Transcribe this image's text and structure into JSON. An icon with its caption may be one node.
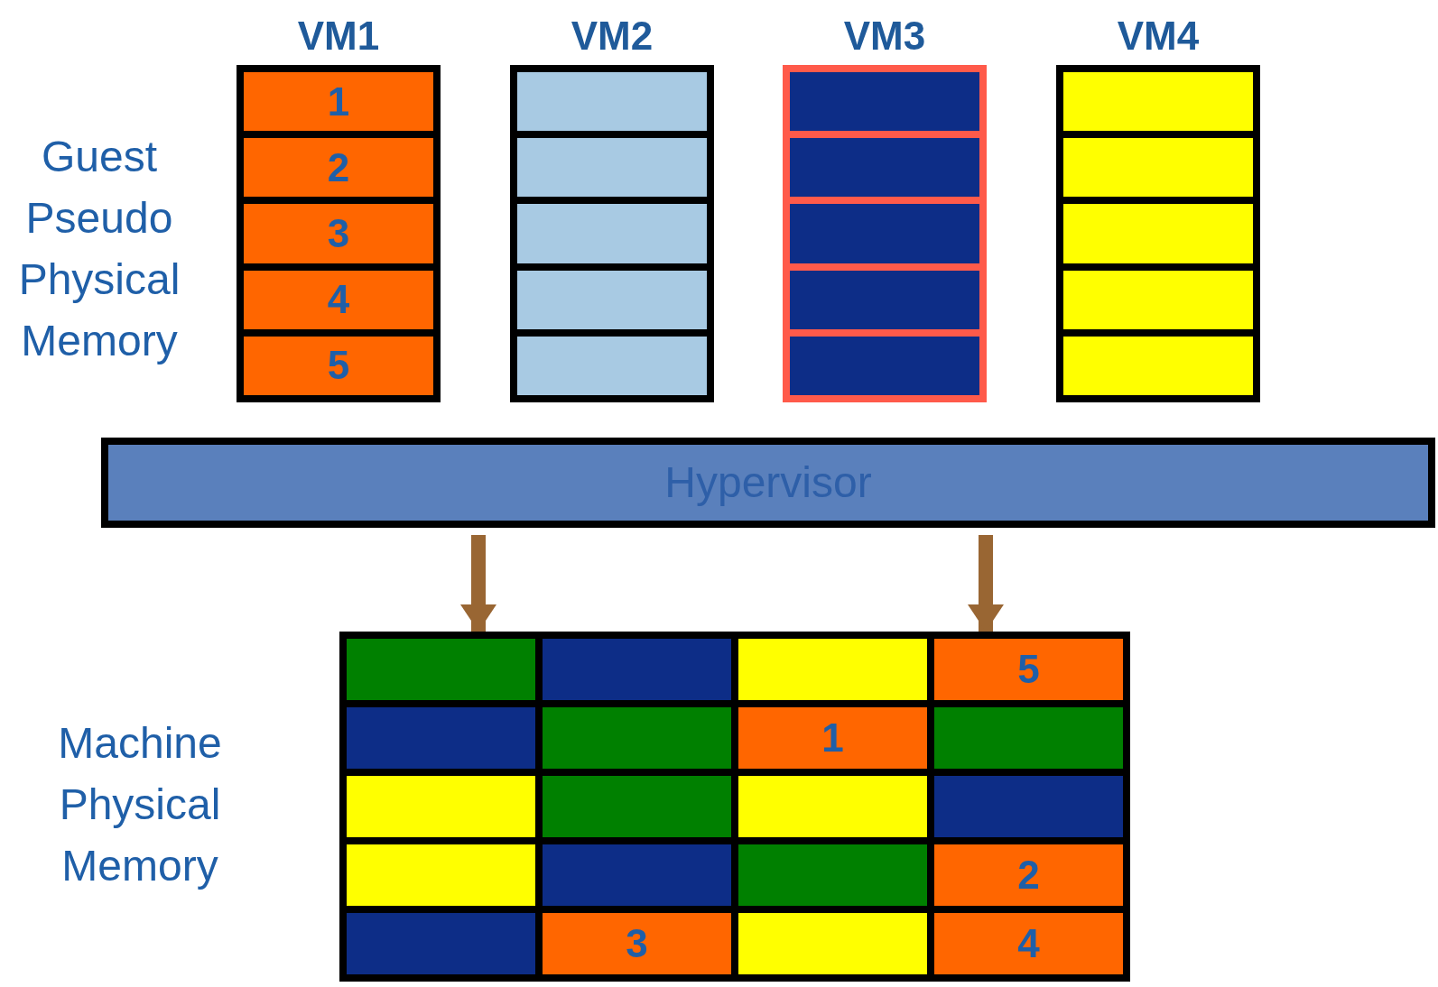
{
  "diagram": {
    "nodes": [
      {
        "text": [
          "VM1"
        ]
      },
      {
        "text": [
          "1"
        ],
        "in": 0
      },
      {
        "text": [
          "2"
        ],
        "in": 0
      },
      {
        "text": [
          "3"
        ],
        "in": 0
      },
      {
        "text": [
          "4"
        ],
        "in": 0
      },
      {
        "text": [
          "5"
        ],
        "in": 0
      },
      {
        "text": [
          "VM2"
        ]
      },
      {
        "text": [],
        "shape": "box",
        "in": 6
      },
      {
        "text": [],
        "shape": "box",
        "in": 6
      },
      {
        "text": [],
        "shape": "box",
        "in": 6
      },
      {
        "text": [],
        "shape": "box",
        "in": 6
      },
      {
        "text": [],
        "shape": "box",
        "in": 6
      },
      {
        "text": [
          "VM3"
        ]
      },
      {
        "text": [],
        "shape": "box",
        "in": 12
      },
      {
        "text": [],
        "shape": "box",
        "in": 12
      },
      {
        "text": [],
        "shape": "box",
        "in": 12
      },
      {
        "text": [],
        "shape": "box",
        "in": 12
      },
      {
        "text": [],
        "shape": "box",
        "in": 12
      },
      {
        "text": [
          "VM4"
        ]
      },
      {
        "text": [],
        "shape": "box",
        "in": 18
      },
      {
        "text": [],
        "shape": "box",
        "in": 18
      },
      {
        "text": [],
        "shape": "box",
        "in": 18
      },
      {
        "text": [],
        "shape": "box",
        "in": 18
      },
      {
        "text": [],
        "shape": "box",
        "in": 18
      },
      {
        "text": [
          "Hypervisor"
        ]
      },
      {
        "text": [],
        "shape": "box"
      },
      {
        "text": [],
        "shape": "box",
        "in": 25
      },
      {
        "text": [],
        "shape": "box",
        "in": 25
      },
      {
        "text": [],
        "shape": "box",
        "in": 25
      },
      {
        "text": [
          "5"
        ],
        "in": 25
      },
      {
        "text": [],
        "shape": "box",
        "in": 25
      },
      {
        "text": [],
        "shape": "box",
        "in": 25
      },
      {
        "text": [
          "1"
        ],
        "in": 25
      },
      {
        "text": [],
        "shape": "box",
        "in": 25
      },
      {
        "text": [],
        "shape": "box",
        "in": 25
      },
      {
        "text": [],
        "shape": "box",
        "in": 25
      },
      {
        "text": [],
        "shape": "box",
        "in": 25
      },
      {
        "text": [],
        "shape": "box",
        "in": 25
      },
      {
        "text": [],
        "shape": "box",
        "in": 25
      },
      {
        "text": [],
        "shape": "box",
        "in": 25
      },
      {
        "text": [],
        "shape": "box",
        "in": 25
      },
      {
        "text": [
          "2"
        ],
        "in": 25
      },
      {
        "text": [],
        "shape": "box",
        "in": 25
      },
      {
        "text": [
          "3"
        ],
        "in": 25
      },
      {
        "text": [],
        "shape": "box",
        "in": 25
      },
      {
        "text": [
          "4"
        ],
        "in": 25
      }
    ],
    "edges": [
      {
        "from": 24,
        "to": 25,
        "arrow": "to"
      },
      {
        "from": 24,
        "to": 25,
        "arrow": "to"
      }
    ],
    "labels": [
      "Guest Pseudo Physical Memory",
      "Machine Physical Memory"
    ]
  }
}
